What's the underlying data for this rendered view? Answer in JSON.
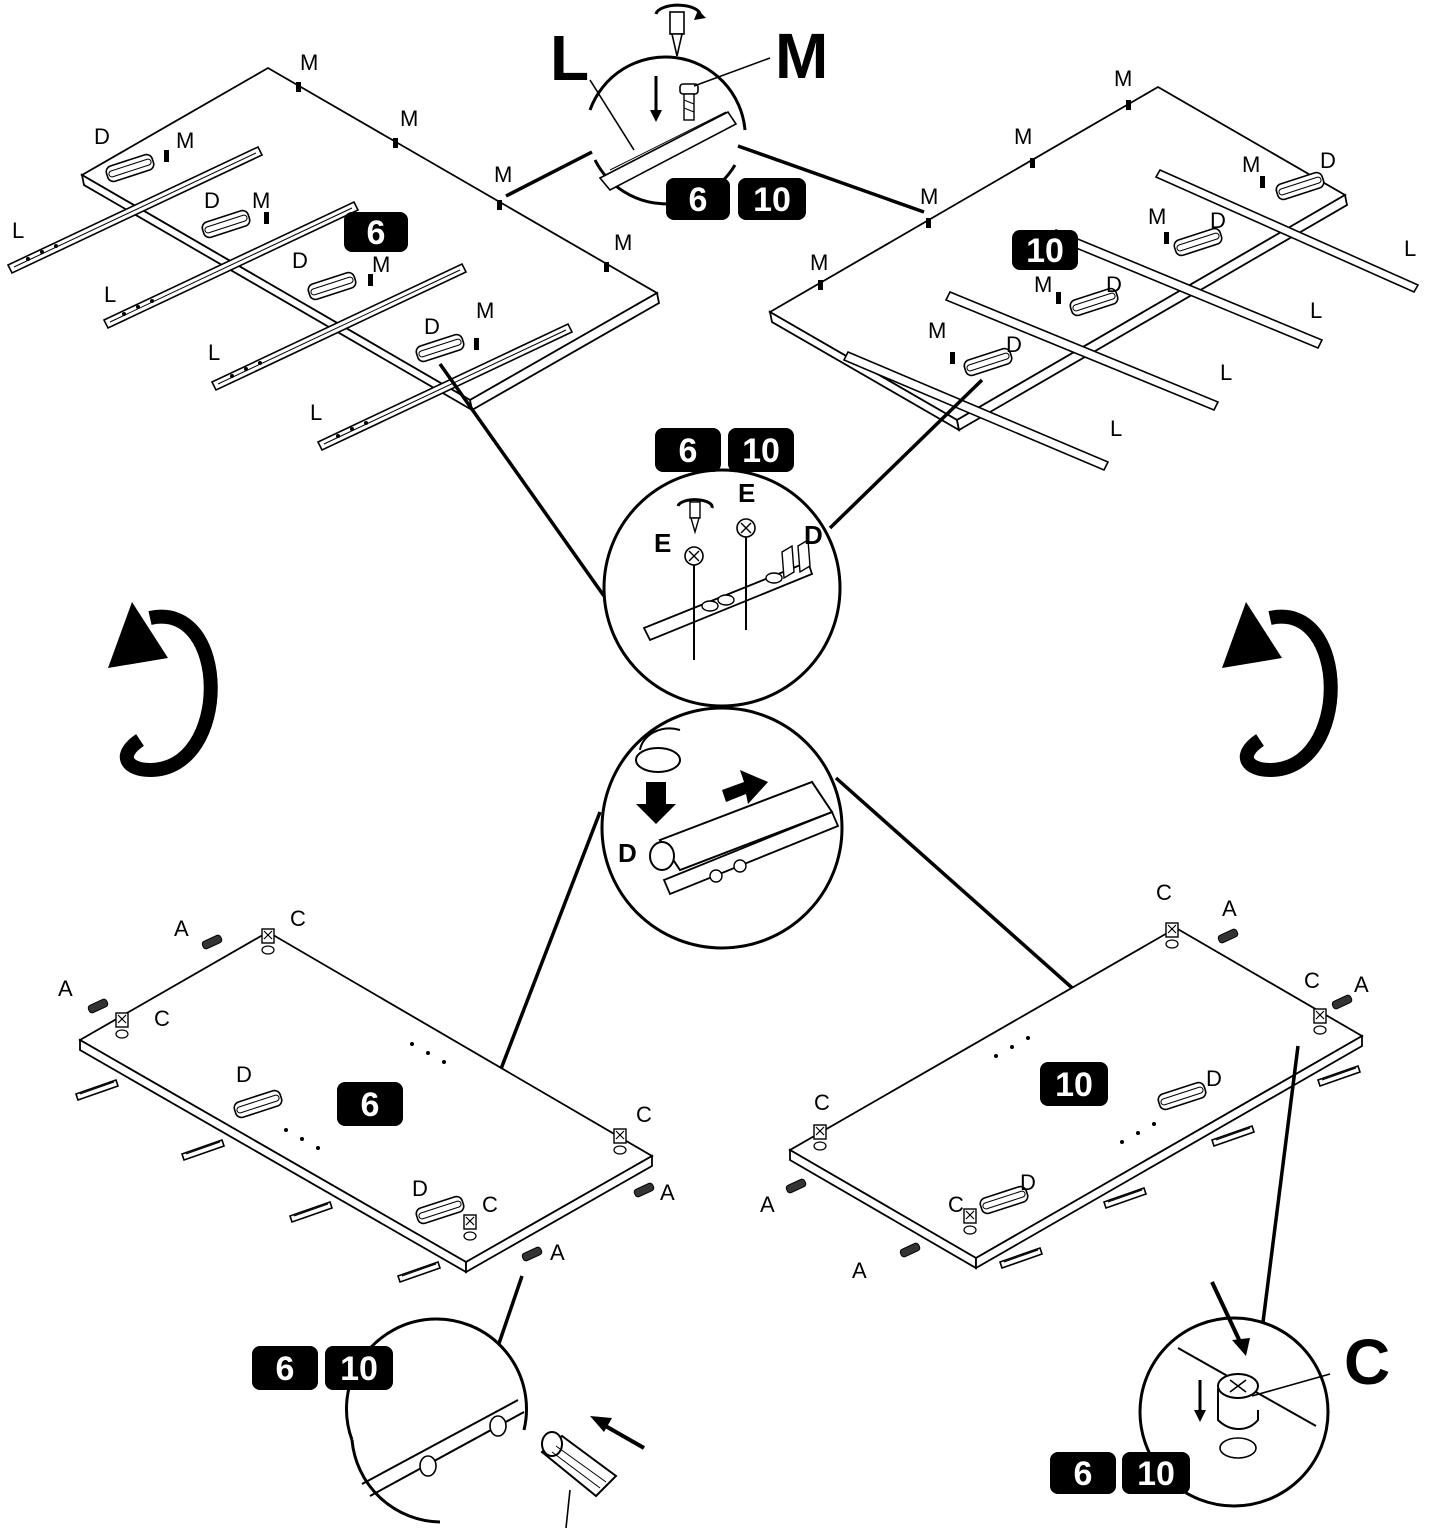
{
  "badges": {
    "six": "6",
    "ten": "10"
  },
  "callouts": {
    "rail": {
      "part": "L",
      "screw": "M"
    },
    "bracket": {
      "screw_a": "E",
      "screw_b": "E",
      "part": "D"
    },
    "slide": {
      "part": "D"
    },
    "cam": {
      "part": "C"
    }
  },
  "panel6_top": {
    "screws": [
      "M",
      "M",
      "M",
      "M",
      "M",
      "M",
      "M",
      "M"
    ],
    "brackets": [
      "D",
      "D",
      "D",
      "D"
    ],
    "rails": [
      "L",
      "L",
      "L",
      "L"
    ]
  },
  "panel10_top": {
    "screws": [
      "M",
      "M",
      "M",
      "M",
      "M",
      "M",
      "M",
      "M"
    ],
    "brackets": [
      "D",
      "D",
      "D",
      "D"
    ],
    "rails": [
      "L",
      "L",
      "L",
      "L"
    ]
  },
  "panel6_bottom": {
    "dowels": [
      "A",
      "A",
      "A",
      "A"
    ],
    "cams": [
      "C",
      "C",
      "C",
      "C"
    ],
    "brackets": [
      "D",
      "D"
    ]
  },
  "panel10_bottom": {
    "dowels": [
      "A",
      "A",
      "A",
      "A"
    ],
    "cams": [
      "C",
      "C",
      "C",
      "C"
    ],
    "brackets": [
      "D",
      "D"
    ]
  },
  "icons": [
    "screwdriver-icon",
    "rotate-arrow-icon",
    "finger-press-icon",
    "push-arrow-icon"
  ]
}
